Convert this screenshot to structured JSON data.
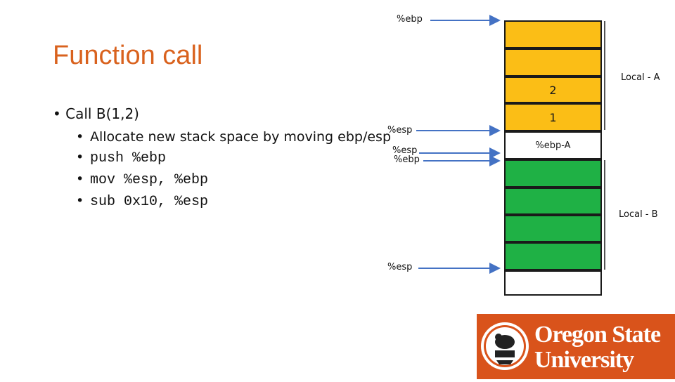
{
  "slide": {
    "title": "Function call",
    "bullet": "• Call B(1,2)",
    "sub_bullets": [
      {
        "marker": "•",
        "text": "Allocate new stack space by moving ebp/esp"
      },
      {
        "marker": "•",
        "text": "push %ebp"
      },
      {
        "marker": "•",
        "text": "mov %esp, %ebp"
      },
      {
        "marker": "•",
        "text": "sub 0x10, %esp"
      }
    ]
  },
  "pointers": {
    "ebp_top": "%ebp",
    "esp_mid": "%esp",
    "esp_mid2": "%esp",
    "ebp_mid": "%ebp",
    "esp_bottom": "%esp"
  },
  "stack": {
    "cells": [
      {
        "label": "",
        "color": "#fbbe16"
      },
      {
        "label": "",
        "color": "#fbbe16"
      },
      {
        "label": "2",
        "color": "#fbbe16"
      },
      {
        "label": "1",
        "color": "#fbbe16"
      },
      {
        "label": "%ebp-A",
        "color": "#ffffff"
      },
      {
        "label": "",
        "color": "#1fb145"
      },
      {
        "label": "",
        "color": "#1fb145"
      },
      {
        "label": "",
        "color": "#1fb145"
      },
      {
        "label": "",
        "color": "#1fb145"
      },
      {
        "label": "",
        "color": "#ffffff"
      }
    ],
    "local_a": "Local - A",
    "local_b": "Local - B"
  },
  "logo": {
    "line1": "Oregon State",
    "line2": "University",
    "color": "#d9531b"
  },
  "colors": {
    "arrow": "#4472c4",
    "title": "#d9621e"
  }
}
